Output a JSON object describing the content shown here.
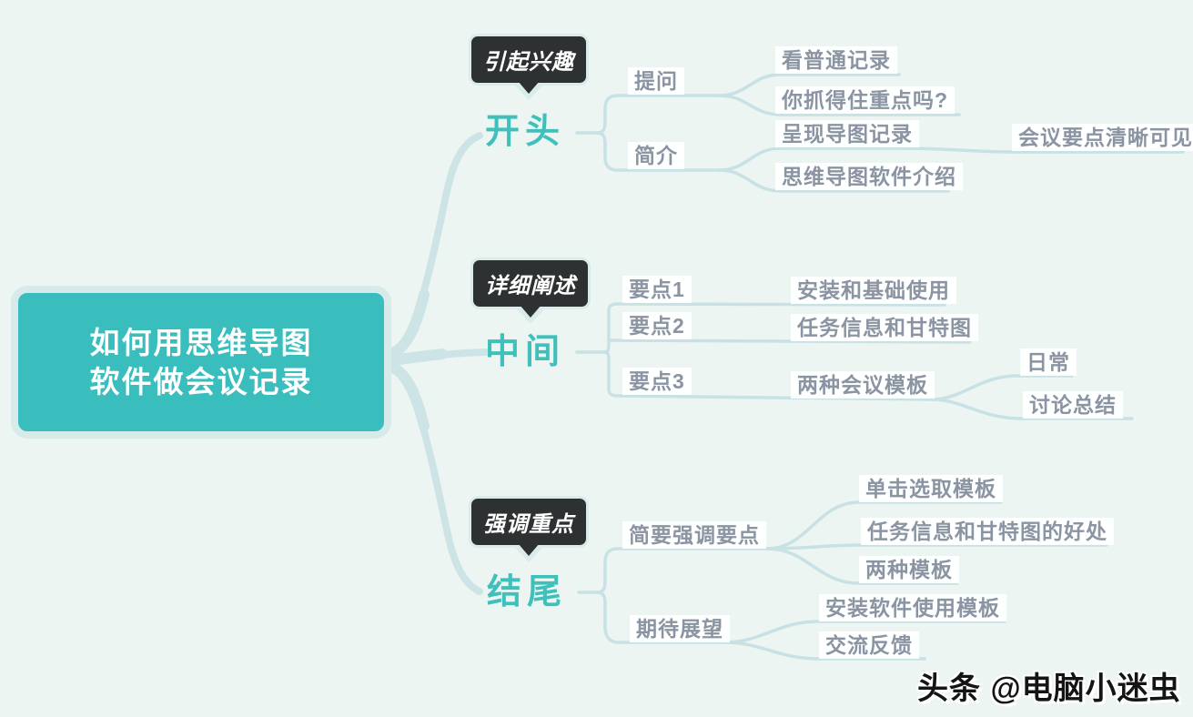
{
  "root": {
    "title_line1": "如何用思维导图",
    "title_line2": "软件做会议记录"
  },
  "branches": [
    {
      "callout": "引起兴趣",
      "topic": "开头",
      "children": [
        {
          "label": "提问",
          "children": [
            {
              "label": "看普通记录"
            },
            {
              "label": "你抓得住重点吗?"
            }
          ]
        },
        {
          "label": "简介",
          "children": [
            {
              "label": "呈现导图记录",
              "children": [
                {
                  "label": "会议要点清晰可见"
                }
              ]
            },
            {
              "label": "思维导图软件介绍"
            }
          ]
        }
      ]
    },
    {
      "callout": "详细阐述",
      "topic": "中间",
      "children": [
        {
          "label": "要点1",
          "children": [
            {
              "label": "安装和基础使用"
            }
          ]
        },
        {
          "label": "要点2",
          "children": [
            {
              "label": "任务信息和甘特图"
            }
          ]
        },
        {
          "label": "要点3",
          "children": [
            {
              "label": "两种会议模板",
              "children": [
                {
                  "label": "日常"
                },
                {
                  "label": "讨论总结"
                }
              ]
            }
          ]
        }
      ]
    },
    {
      "callout": "强调重点",
      "topic": "结尾",
      "children": [
        {
          "label": "简要强调要点",
          "children": [
            {
              "label": "单击选取模板"
            },
            {
              "label": "任务信息和甘特图的好处"
            },
            {
              "label": "两种模板"
            }
          ]
        },
        {
          "label": "期待展望",
          "children": [
            {
              "label": "安装软件使用模板"
            },
            {
              "label": "交流反馈"
            }
          ]
        }
      ]
    }
  ],
  "watermark": "头条 @电脑小迷虫",
  "colors": {
    "background": "#edf5f3",
    "root_fill": "#39bdbd",
    "root_border": "#d9eaeb",
    "topic_teal": "#3fc0ba",
    "label_gray": "#8b94a2",
    "connector": "#c7e1e5",
    "root_branch": "#cde4e7",
    "callout_bg": "#2d3132",
    "callout_border": "#d9eceb"
  }
}
